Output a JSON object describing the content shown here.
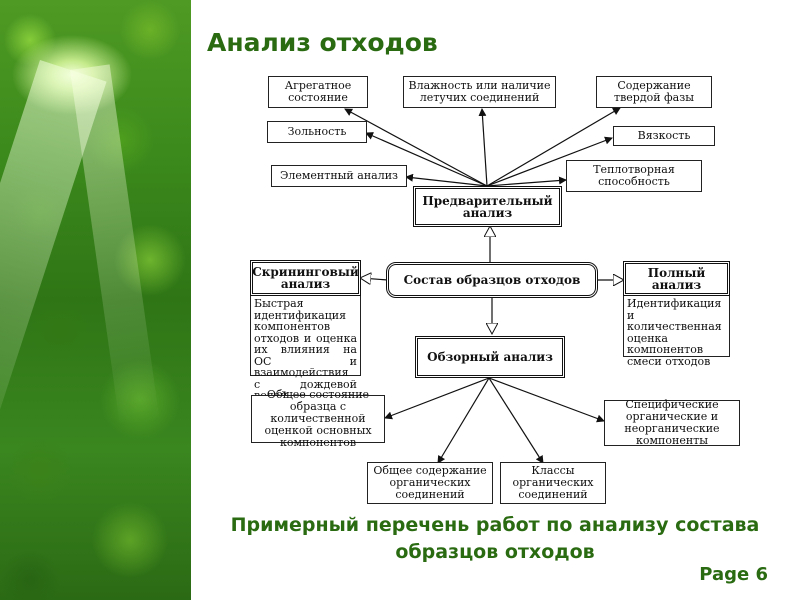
{
  "slide": {
    "title": "Анализ отходов",
    "caption": "Примерный перечень работ по анализу состава образцов отходов",
    "page": "Page 6"
  },
  "colors": {
    "title_green": "#2a6b12",
    "sidebar_green": "#3c8a1c"
  },
  "diagram": {
    "top_boxes": {
      "aggregate": "Агрегатное состояние",
      "humidity": "Влажность или наличие летучих соединений",
      "solid": "Содержание твердой фазы",
      "ash": "Зольность",
      "viscosity": "Вязкость",
      "elemental": "Элементный анализ",
      "calorific": "Теплотворная способность"
    },
    "preliminary": "Предварительный анализ",
    "center": "Состав образцов отходов",
    "screening": {
      "label": "Скрининговый анализ",
      "desc": "Быстрая идентификация компонентов отходов и оценка их влияния на ОС и взаимодействия с дождевой водой"
    },
    "full": {
      "label": "Полный анализ",
      "desc": "Идентификация и количественная оценка компонентов смеси отходов"
    },
    "review": "Обзорный анализ",
    "bottom_boxes": {
      "general_state": "Общее состояние образца с количественной оценкой основных компонентов",
      "specific": "Специфические органические и неорганические компоненты",
      "organic_content": "Общее содержание органических соединений",
      "organic_classes": "Классы органических соединений"
    }
  }
}
